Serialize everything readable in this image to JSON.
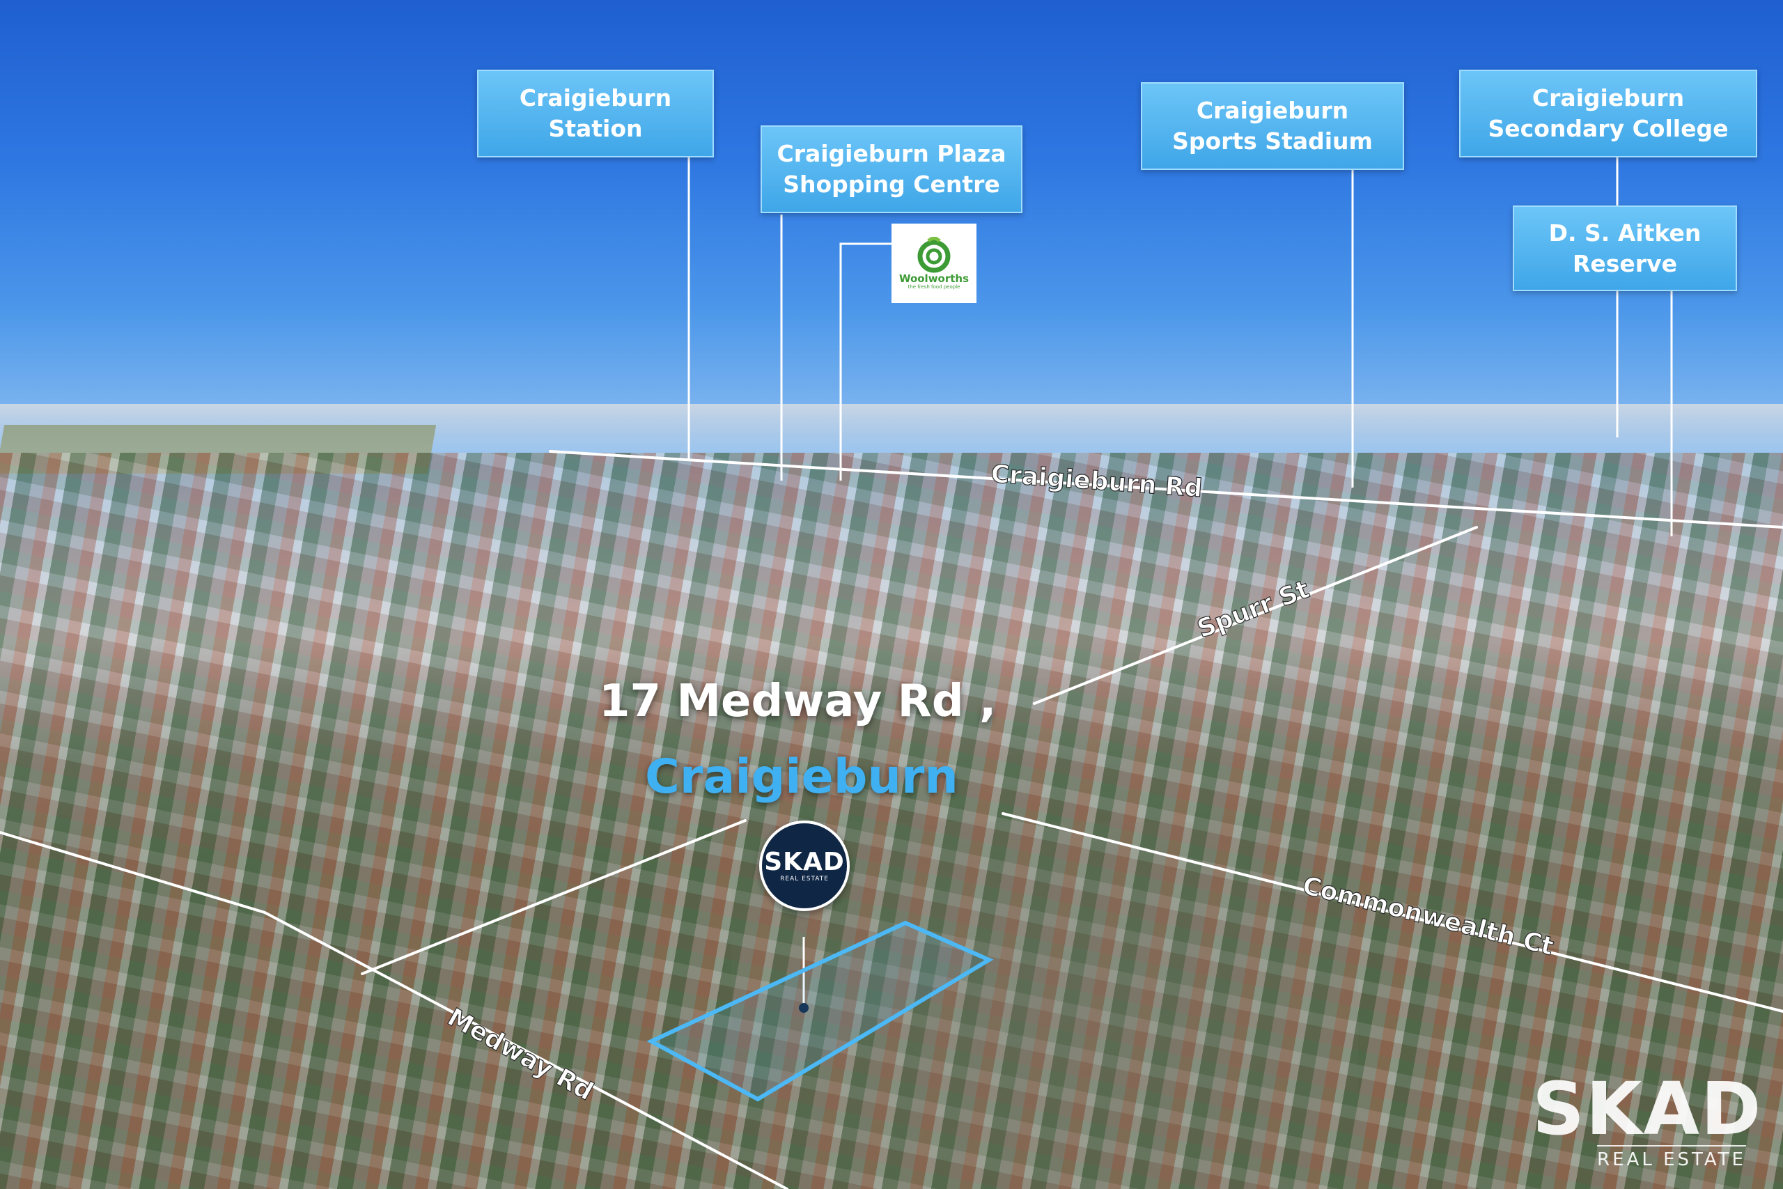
{
  "landmarks": {
    "station": "Craigieburn\nStation",
    "plaza": "Craigieburn Plaza\nShopping Centre",
    "stadium": "Craigieburn\nSports Stadium",
    "college": "Craigieburn\nSecondary College",
    "reserve": "D. S. Aitken\nReserve"
  },
  "woolworths": {
    "name": "Woolworths",
    "tagline": "the fresh food people"
  },
  "roads": {
    "craigieburn_rd": "Craigieburn Rd",
    "spurr_st": "Spurr St",
    "commonwealth_ct": "Commonwealth Ct",
    "medway_rd": "Medway Rd"
  },
  "property": {
    "street": "17 Medway Rd ,",
    "suburb": "Craigieburn"
  },
  "brand": {
    "name": "SKAD",
    "sub": "REAL ESTATE"
  },
  "colors": {
    "label_blue": "#4cb3ef",
    "suburb_blue": "#3fb1f2",
    "pin_navy": "#0f2645",
    "outline_blue": "#4cb8f5"
  }
}
